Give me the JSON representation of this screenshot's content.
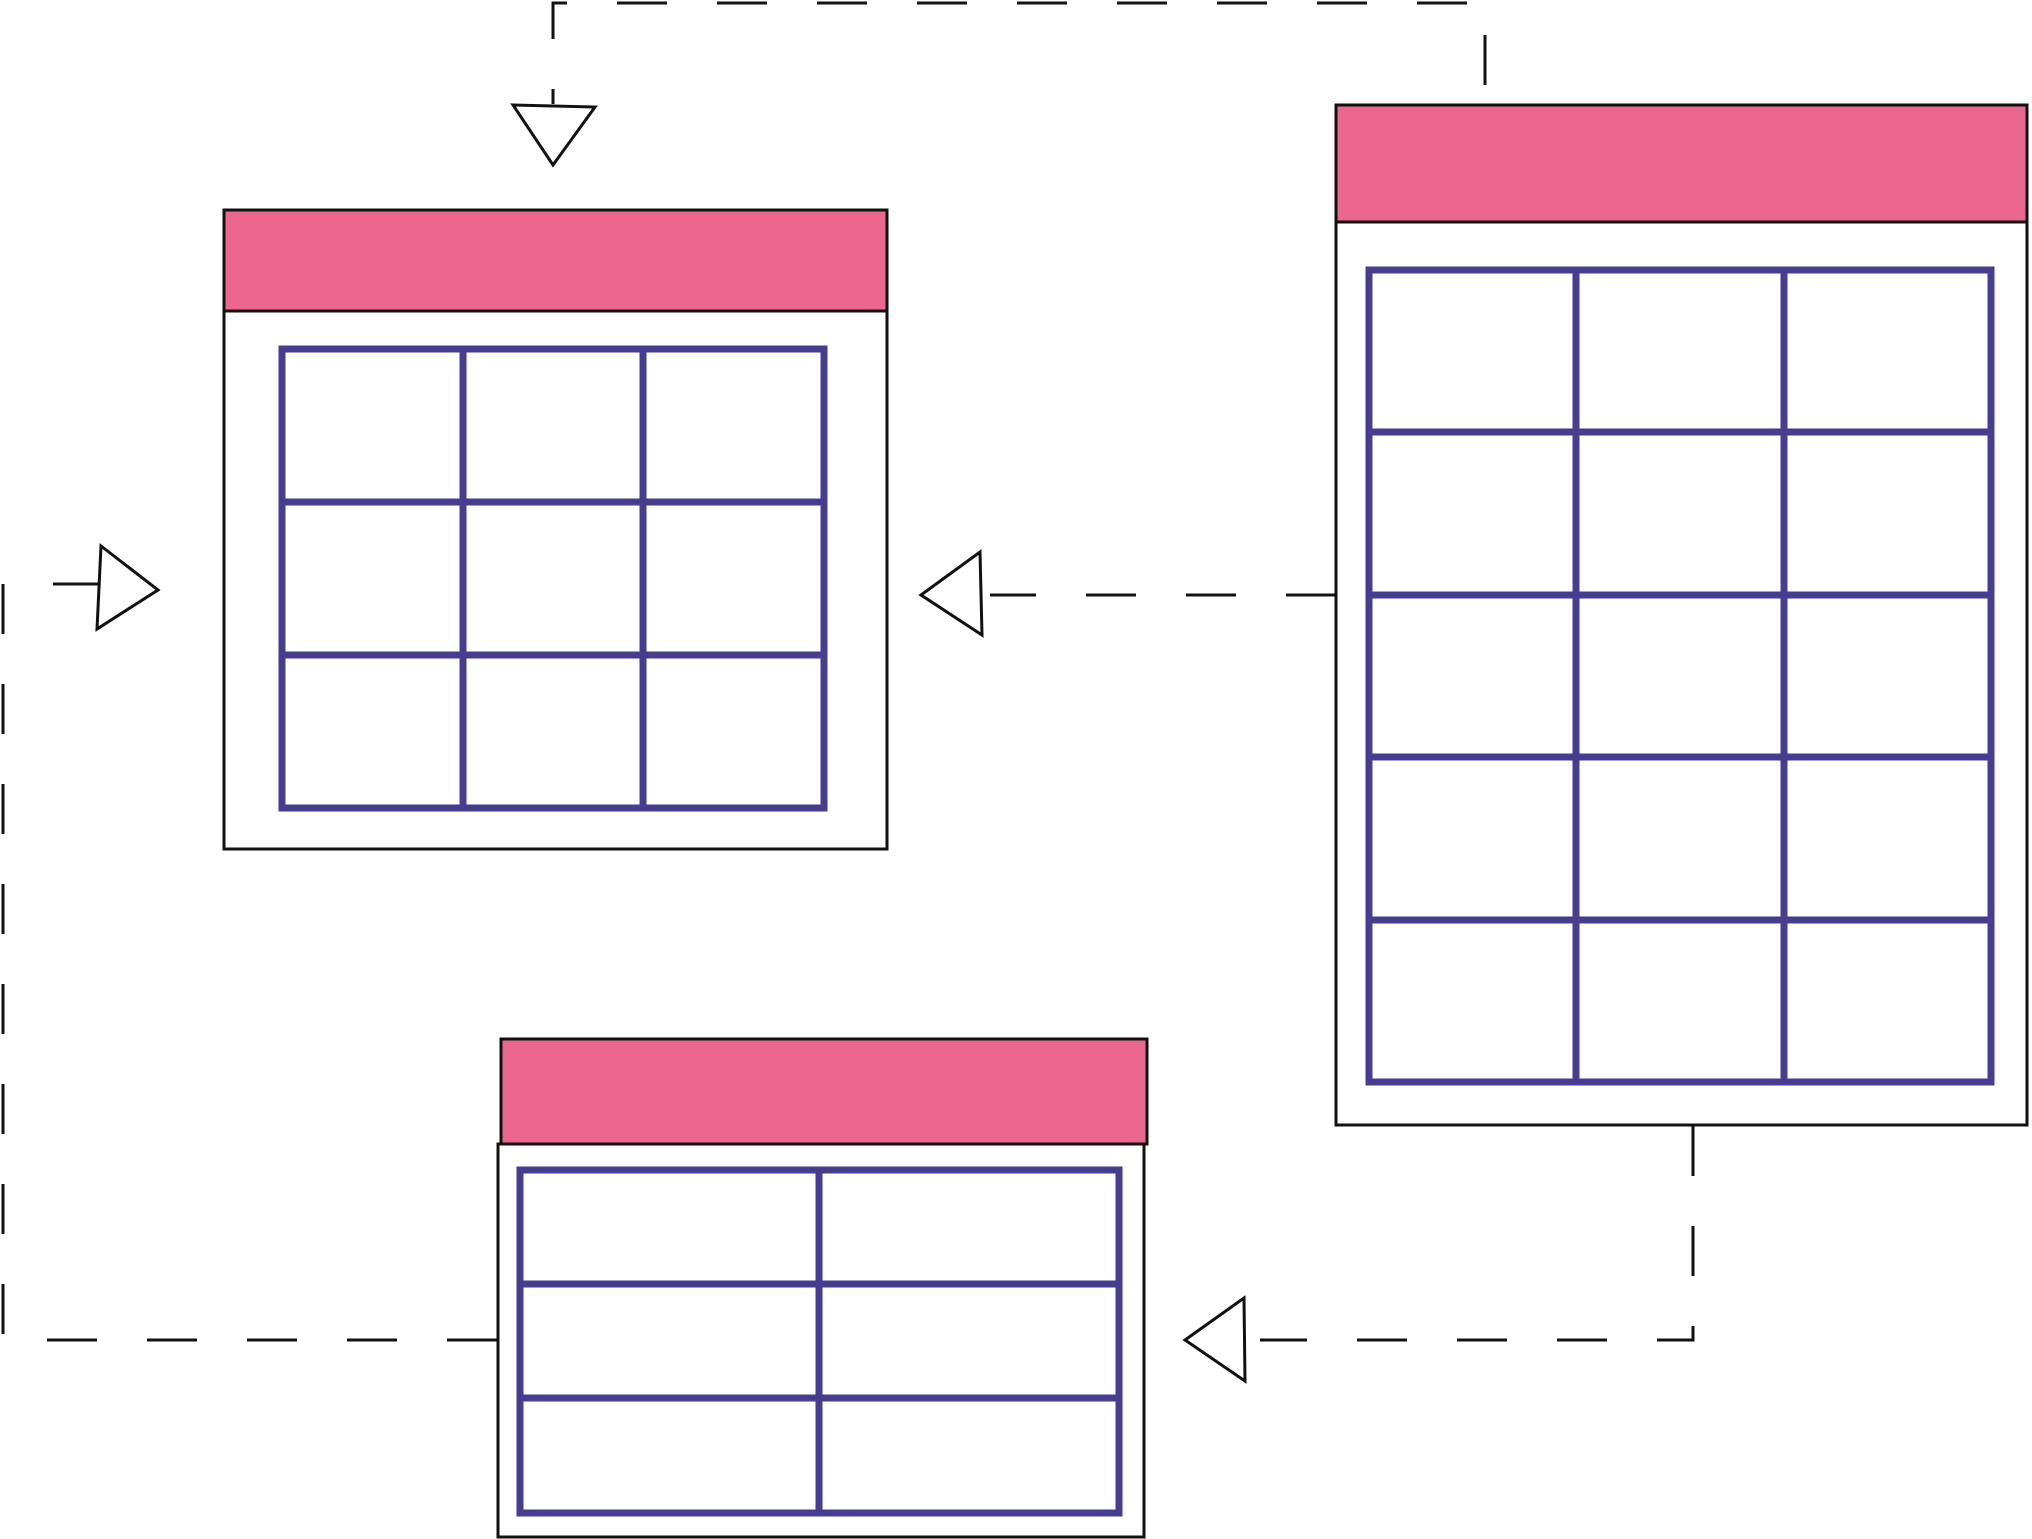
{
  "colors": {
    "background": "#ffffff",
    "header_fill": "#ec678f",
    "grid_stroke": "#463c90",
    "outline": "#111111"
  },
  "tables": [
    {
      "id": "table-top-left",
      "columns": 3,
      "rows": 3
    },
    {
      "id": "table-right",
      "columns": 3,
      "rows": 5
    },
    {
      "id": "table-bottom",
      "columns": 2,
      "rows": 3
    }
  ],
  "connectors": [
    {
      "id": "connector-right-to-top-left-top",
      "from": "table-right",
      "to": "table-top-left",
      "style": "dashed",
      "arrowhead": "hollow-triangle"
    },
    {
      "id": "connector-right-to-top-left-side",
      "from": "table-right",
      "to": "table-top-left",
      "style": "dashed",
      "arrowhead": "hollow-triangle"
    },
    {
      "id": "connector-right-to-bottom",
      "from": "table-right",
      "to": "table-bottom",
      "style": "dashed",
      "arrowhead": "hollow-triangle"
    },
    {
      "id": "connector-bottom-to-top-left",
      "from": "table-bottom",
      "to": "table-top-left",
      "style": "dashed",
      "arrowhead": "hollow-triangle"
    }
  ]
}
